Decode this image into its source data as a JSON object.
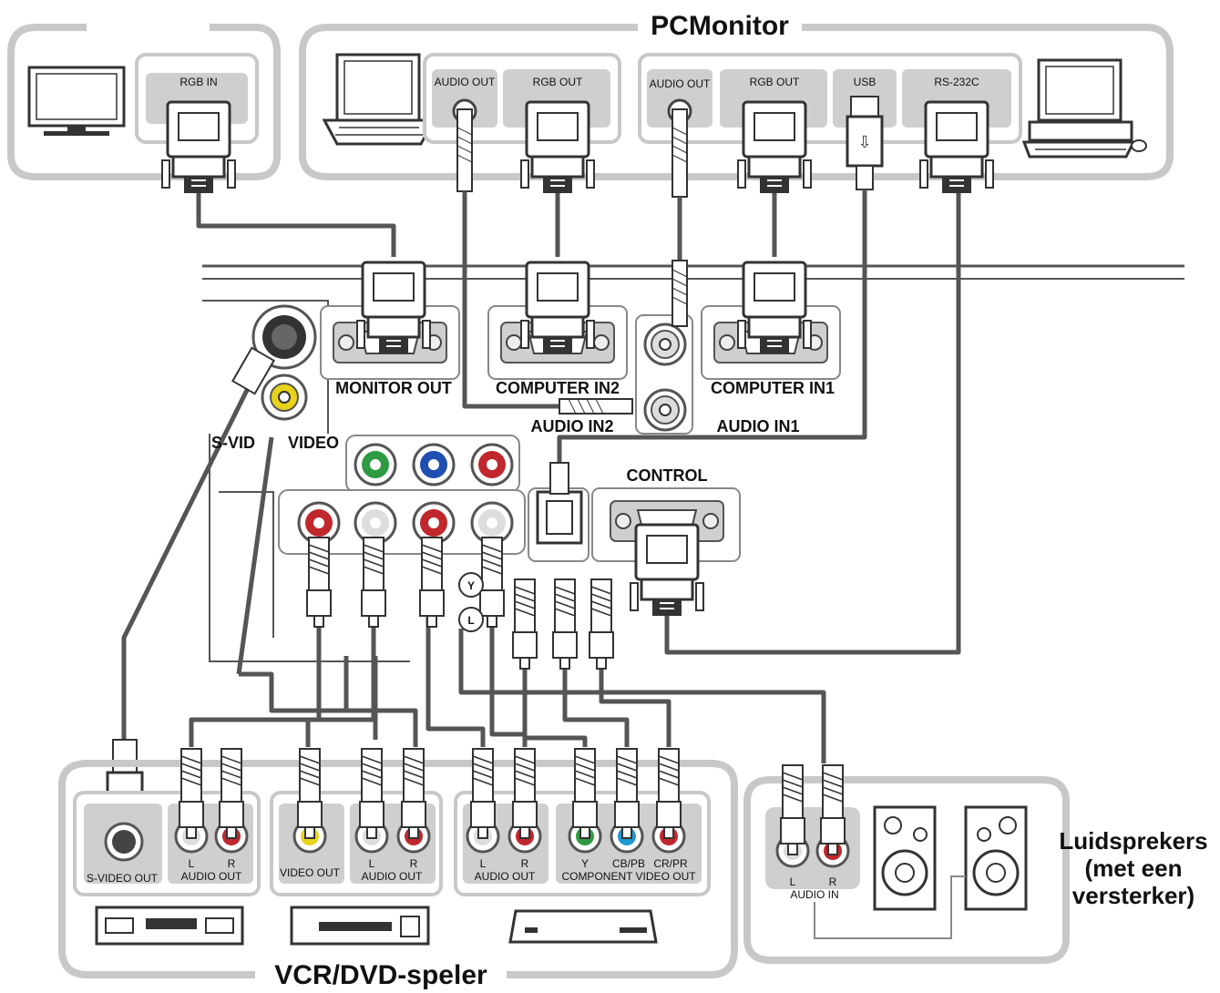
{
  "groups": {
    "pc_monitor": "PCMonitor",
    "vcr_dvd": "VCR/DVD-speler",
    "speakers": [
      "Luidsprekers",
      "(met een",
      "versterker)"
    ]
  },
  "source_ports": {
    "monitor_rgb_in": "RGB IN",
    "laptop_audio_out": "AUDIO OUT",
    "laptop_rgb_out": "RGB OUT",
    "pc_audio_out": "AUDIO OUT",
    "pc_rgb_out": "RGB OUT",
    "pc_usb": "USB",
    "pc_rs232c": "RS-232C"
  },
  "projector_panel": {
    "monitor_out": "MONITOR OUT",
    "computer_in2": "COMPUTER IN2",
    "computer_in1": "COMPUTER IN1",
    "audio_in2": "AUDIO IN2",
    "audio_in1": "AUDIO IN1",
    "s_video": "S-VID",
    "video": "VIDEO",
    "control": "CONTROL",
    "y": "Y",
    "l": "L"
  },
  "device_jacks": {
    "s_video_out": "S-VIDEO OUT",
    "l": "L",
    "r": "R",
    "audio_out": "AUDIO OUT",
    "video_out": "VIDEO OUT",
    "y": "Y",
    "cb_pb": "CB/PB",
    "cr_pr": "CR/PR",
    "component_video_out": "COMPONENT VIDEO OUT",
    "audio_in": "AUDIO IN"
  },
  "colors": {
    "line": "#333333",
    "border": "#c8c8c8",
    "port_bg": "#cfcfcf",
    "green": "#2e9a43",
    "blue": "#1f4fb0",
    "red": "#c0282d",
    "yellow": "#e8d21a",
    "cyan": "#1e9ad0"
  }
}
